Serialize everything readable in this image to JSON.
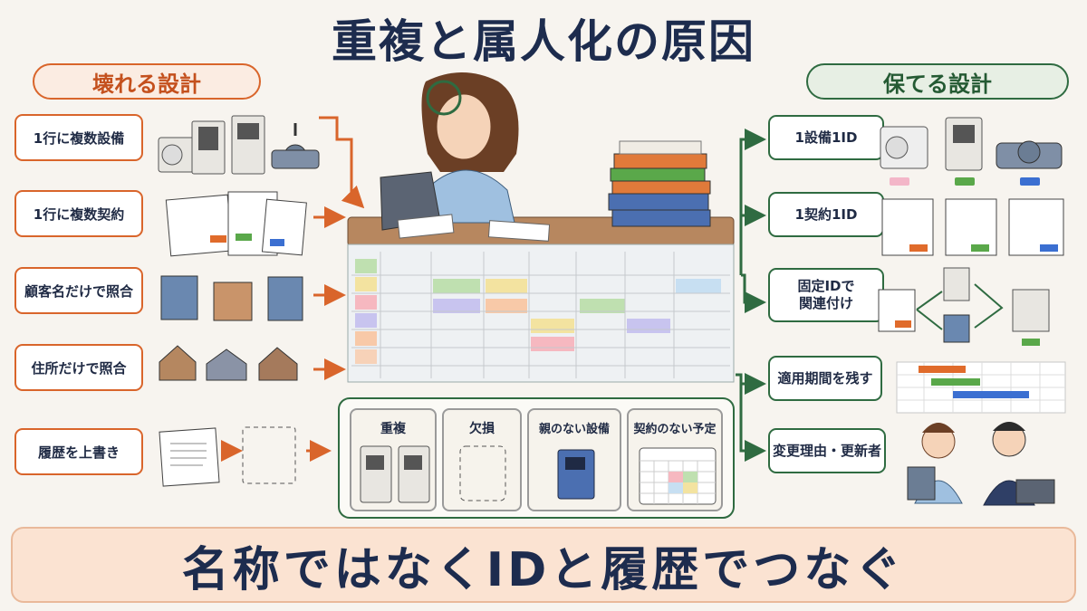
{
  "title": "重複と属人化の原因",
  "left_header": "壊れる設計",
  "right_header": "保てる設計",
  "left_items": [
    "1行に複数設備",
    "1行に複数契約",
    "顧客名だけで照合",
    "住所だけで照合",
    "履歴を上書き"
  ],
  "right_items": [
    "1設備1ID",
    "1契約1ID",
    "固定IDで\n関連付け",
    "適用期間を残す",
    "変更理由・更新者"
  ],
  "problems": [
    "重複",
    "欠損",
    "親のない設備",
    "契約のない予定"
  ],
  "banner": "名称ではなくIDと履歴でつなぐ",
  "colors": {
    "bad": "#d9652b",
    "good": "#2f6b41",
    "navy": "#1d2c4e",
    "banner_bg": "#fbe3d2"
  }
}
